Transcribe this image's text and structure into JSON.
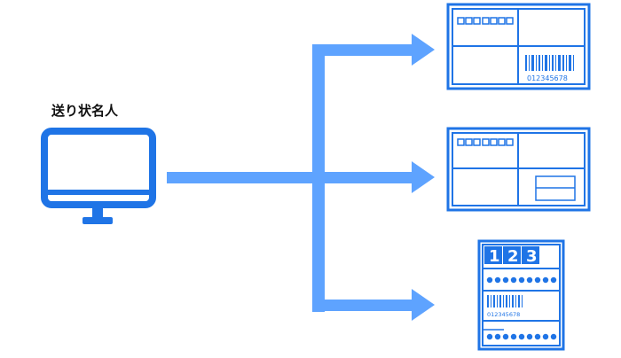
{
  "sender": {
    "label": "送り状名人"
  },
  "barcode": {
    "number_1": "012345678",
    "number_2": "012345678"
  },
  "numbered_tag": {
    "digits": "123"
  },
  "colors": {
    "primary_blue": "#1f74e6",
    "arrow_blue": "#5ea3ff",
    "background": "#ffffff"
  }
}
